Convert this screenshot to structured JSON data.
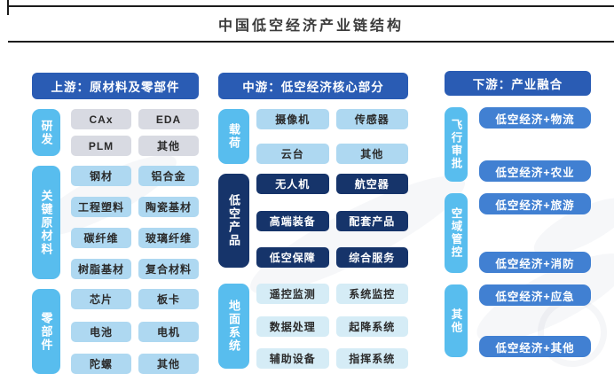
{
  "title": "中国低空经济产业链结构",
  "colors": {
    "header_bg": "#2a5cb4",
    "label_bg": "#58bdee",
    "navy": "#16346a",
    "item_gray_bg": "#d8dae2",
    "item_lightblue_bg": "#aed8f1",
    "item_pale_bg": "#d5ecf6",
    "item_blue_bg": "#4180d2",
    "text_dark": "#2b2b2b",
    "text_white": "#ffffff"
  },
  "columns": [
    {
      "name": "upstream",
      "header": "上游：原材料及零部件",
      "groups": [
        {
          "name": "rd",
          "label": "研发",
          "style": "gray",
          "cols": 2,
          "items": [
            "CAx",
            "EDA",
            "PLM",
            "其他"
          ]
        },
        {
          "name": "key-raw-materials",
          "label": "关键原材料",
          "style": "lightblue",
          "cols": 2,
          "items": [
            "钢材",
            "铝合金",
            "工程塑料",
            "陶瓷基材",
            "碳纤维",
            "玻璃纤维",
            "树脂基材",
            "复合材料"
          ]
        },
        {
          "name": "components",
          "label": "零部件",
          "style": "lightblue",
          "cols": 2,
          "items": [
            "芯片",
            "板卡",
            "电池",
            "电机",
            "陀螺",
            "其他"
          ]
        }
      ]
    },
    {
      "name": "midstream",
      "header": "中游：低空经济核心部分",
      "groups": [
        {
          "name": "payload",
          "label": "载荷",
          "style": "lightblue",
          "cols": 2,
          "items": [
            "摄像机",
            "传感器",
            "云台",
            "其他"
          ]
        },
        {
          "name": "low-altitude-products",
          "label": "低空产品",
          "style": "navy",
          "label_style": "navy",
          "cols": 2,
          "items": [
            "无人机",
            "航空器",
            "高端装备",
            "配套产品",
            "低空保障",
            "综合服务"
          ]
        },
        {
          "name": "ground-systems",
          "label": "地面系统",
          "style": "pale",
          "cols": 2,
          "items": [
            "遥控监测",
            "系统监控",
            "数据处理",
            "起降系统",
            "辅助设备",
            "指挥系统"
          ]
        }
      ]
    },
    {
      "name": "downstream",
      "header": "下游：产业融合",
      "groups": [
        {
          "name": "flight-approval",
          "label": "飞行审批",
          "style": "blue",
          "cols": 1,
          "items": [
            "低空经济+物流",
            "低空经济+农业"
          ]
        },
        {
          "name": "airspace-control",
          "label": "空域管控",
          "style": "blue",
          "cols": 1,
          "items": [
            "低空经济+旅游",
            "低空经济+消防"
          ]
        },
        {
          "name": "others",
          "label": "其他",
          "style": "blue",
          "cols": 1,
          "items": [
            "低空经济+应急",
            "低空经济+其他"
          ]
        }
      ]
    }
  ]
}
